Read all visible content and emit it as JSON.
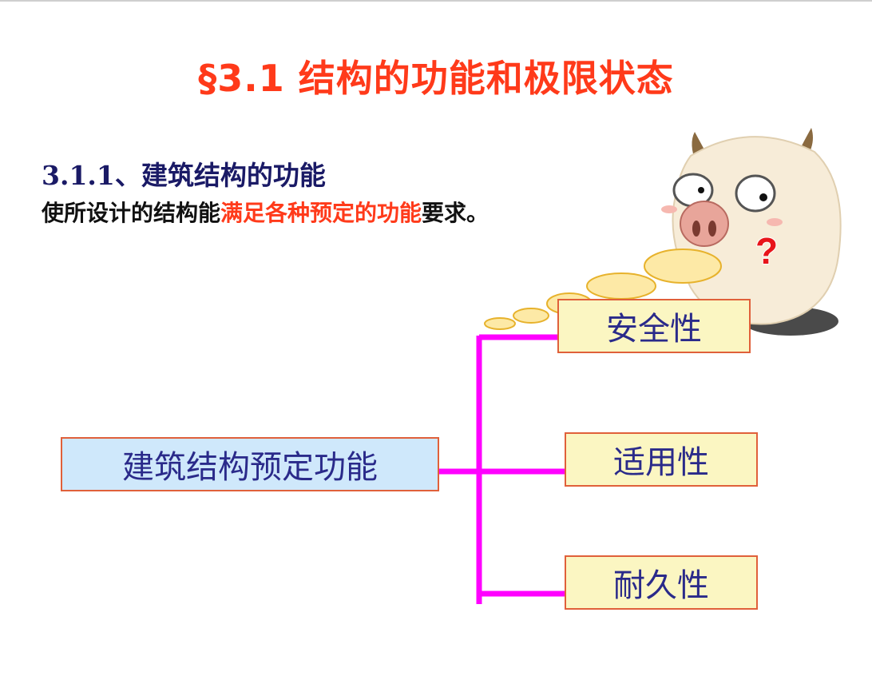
{
  "slide": {
    "title": "§3.1  结构的功能和极限状态",
    "section_heading": "3.1.1、建筑结构的功能",
    "description": {
      "before": "使所设计的结构能",
      "highlight": "满足各种预定的功能",
      "after": "要求。"
    }
  },
  "diagram": {
    "root": "建筑结构预定功能",
    "children": [
      "安全性",
      "适用性",
      "耐久性"
    ],
    "connector_color": "#ff00ff"
  },
  "mascot": {
    "question_mark": "?"
  },
  "colors": {
    "title": "#ff3a1a",
    "heading": "#1a1a66",
    "highlight": "#ff3a1a",
    "box_text": "#2a2a8a",
    "root_fill": "#cfe8fb",
    "leaf_fill": "#fbf6c2",
    "box_border": "#e0603a"
  }
}
